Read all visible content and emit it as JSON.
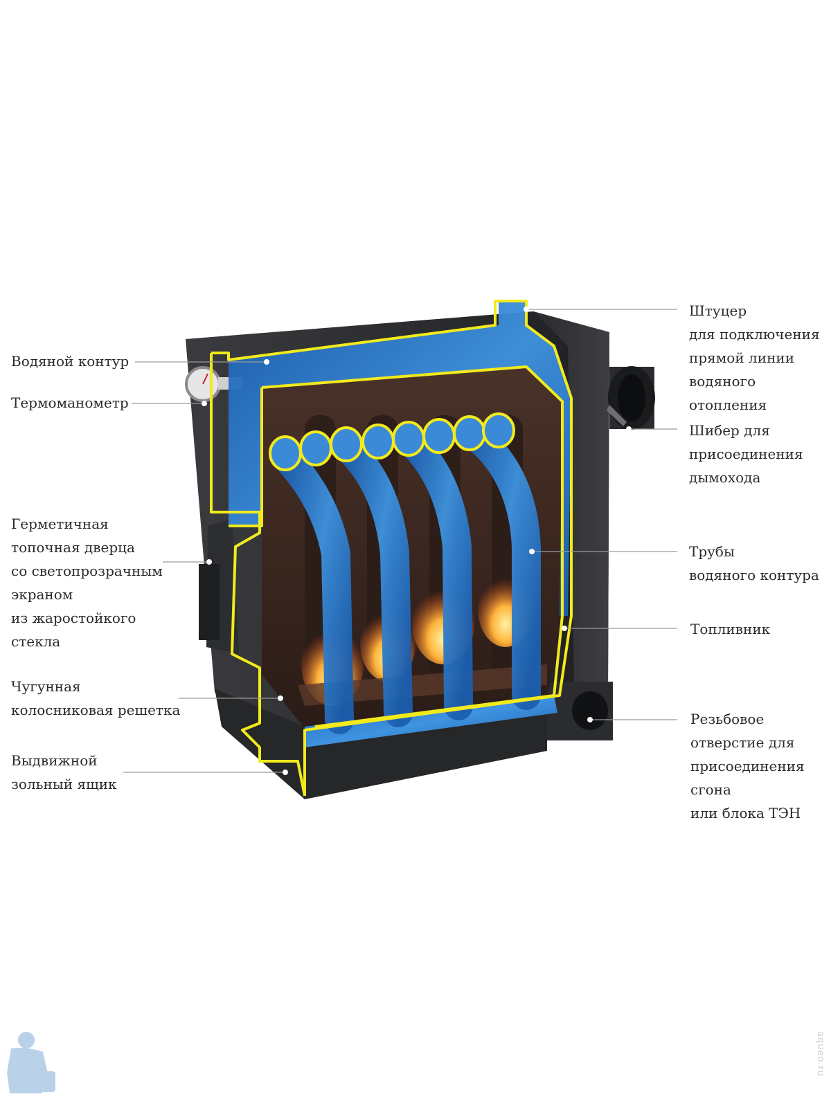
{
  "labels": {
    "water_circuit": [
      "Водяной контур"
    ],
    "thermomanometer": [
      "Термоманометр"
    ],
    "firebox_door": [
      "Герметичная",
      "топочная дверца",
      "со светопрозрачным",
      "экраном",
      "из жаростойкого",
      "стекла"
    ],
    "grate": [
      "Чугунная",
      "колосниковая решетка"
    ],
    "ash_box": [
      "Выдвижной",
      "зольный ящик"
    ],
    "fitting": [
      "Штуцер",
      "для подключения",
      "прямой линии",
      "водяного",
      "отопления"
    ],
    "damper": [
      "Шибер для",
      "присоединения",
      "дымохода"
    ],
    "pipes": [
      "Трубы",
      "водяного контура"
    ],
    "firebox": [
      "Топливник"
    ],
    "threaded_hole": [
      "Резьбовое",
      "отверстие для",
      "присоединения",
      "сгона",
      "или блока ТЭН"
    ]
  },
  "watermark": "aqueo.ru",
  "colors": {
    "body": "#2f3033",
    "inner": "#3b2a24",
    "water": "#2f7fd0",
    "outline": "#f2ea1c",
    "flame": "#ff8a1e",
    "leader": "#9a9a9a"
  },
  "icons": [
    "plumber-logo-icon",
    "thermomanometer-gauge-icon",
    "fire-icon"
  ]
}
